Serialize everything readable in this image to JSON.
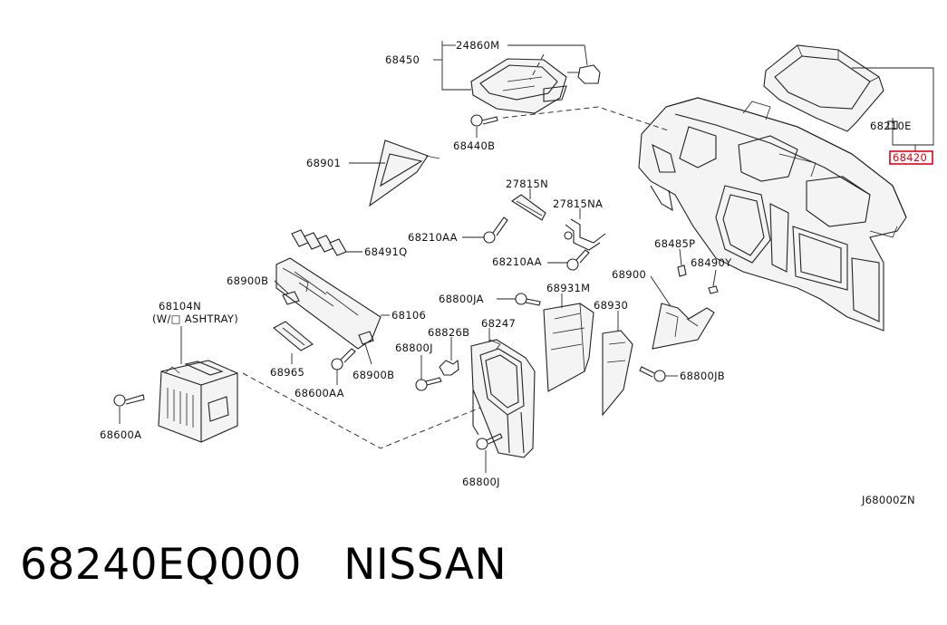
{
  "diagram": {
    "code": "J68000ZN",
    "labels": {
      "p24860m": "24860M",
      "p68450": "68450",
      "p68440b": "68440B",
      "p68901": "68901",
      "p68210e": "68210E",
      "p68420": "68420",
      "p27815n": "27815N",
      "p27815na": "27815NA",
      "p68210aa_1": "68210AA",
      "p68210aa_2": "68210AA",
      "p68491q": "68491Q",
      "p68485p": "68485P",
      "p68490y": "68490Y",
      "p68900": "68900",
      "p68900b_1": "68900B",
      "p68104n": "68104N",
      "p68104n_note": "(W/□ ASHTRAY)",
      "p68106": "68106",
      "p68800ja": "68800JA",
      "p68931m": "68931M",
      "p68826b": "68826B",
      "p68247": "68247",
      "p68930": "68930",
      "p68800j_1": "68800J",
      "p68965": "68965",
      "p68900b_2": "68900B",
      "p68600aa": "68600AA",
      "p68800jb": "68800JB",
      "p68600a": "68600A",
      "p68800j_2": "68800J"
    },
    "highlight_color": "#e60012"
  },
  "caption": {
    "part_number": "68240EQ000",
    "brand": "NISSAN"
  }
}
